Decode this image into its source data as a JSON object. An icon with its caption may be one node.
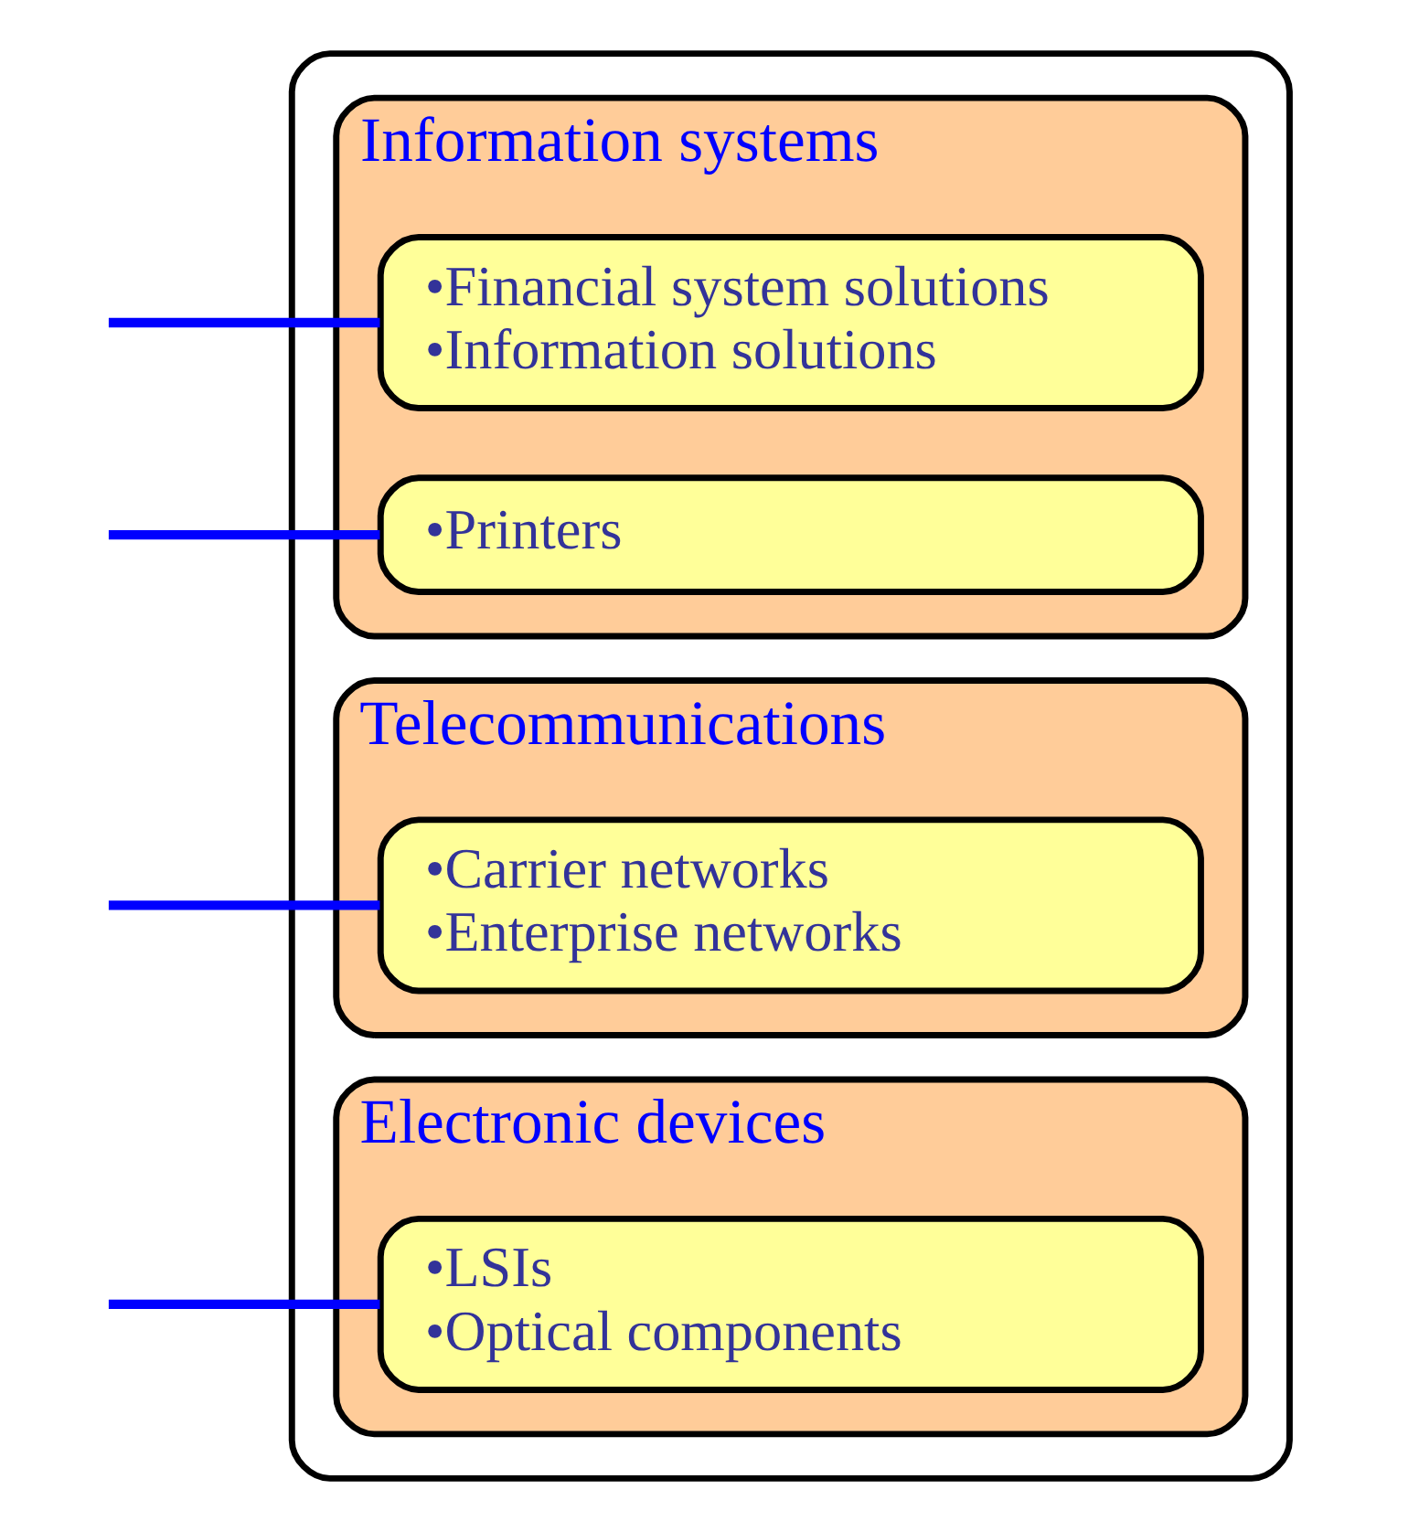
{
  "diagram": {
    "nodes": [
      {
        "text": [],
        "shape": "box"
      },
      {
        "text": [
          "Information systems"
        ],
        "in": 0
      },
      {
        "text": [
          "•Financial system solutions",
          "•Information solutions"
        ],
        "in": 1
      },
      {
        "text": [
          "•Printers"
        ],
        "in": 1
      },
      {
        "text": [
          "Telecommunications"
        ],
        "in": 0
      },
      {
        "text": [
          "•Carrier networks",
          "•Enterprise networks"
        ],
        "in": 4
      },
      {
        "text": [
          "Electronic devices"
        ],
        "in": 0
      },
      {
        "text": [
          "•LSIs",
          "•Optical components"
        ],
        "in": 6
      }
    ],
    "edges": [
      {
        "from": null,
        "to": 2,
        "arrow": "none"
      },
      {
        "from": null,
        "to": 5,
        "arrow": "none"
      },
      {
        "from": null,
        "to": 3,
        "arrow": "none"
      },
      {
        "from": null,
        "to": 7,
        "arrow": "none"
      }
    ]
  }
}
